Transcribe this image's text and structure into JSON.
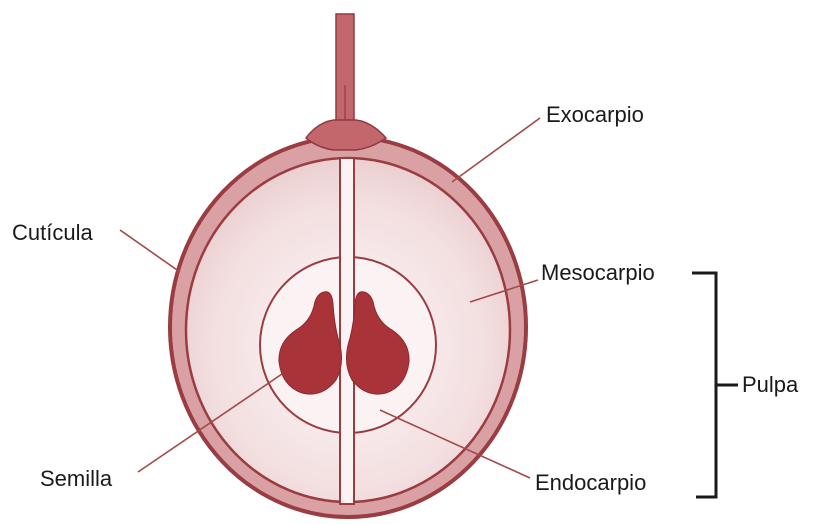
{
  "labels": {
    "exocarp": "Exocarpio",
    "cuticle": "Cutícula",
    "mesocarp": "Mesocarpio",
    "pulp": "Pulpa",
    "seed": "Semilla",
    "endocarp": "Endocarpio"
  },
  "colors": {
    "skin": "#a8444a",
    "skin_light": "#d9a1a3",
    "flesh": "#f4e2e3",
    "flesh_center": "#fbf3f3",
    "seed": "#a8343a"
  }
}
